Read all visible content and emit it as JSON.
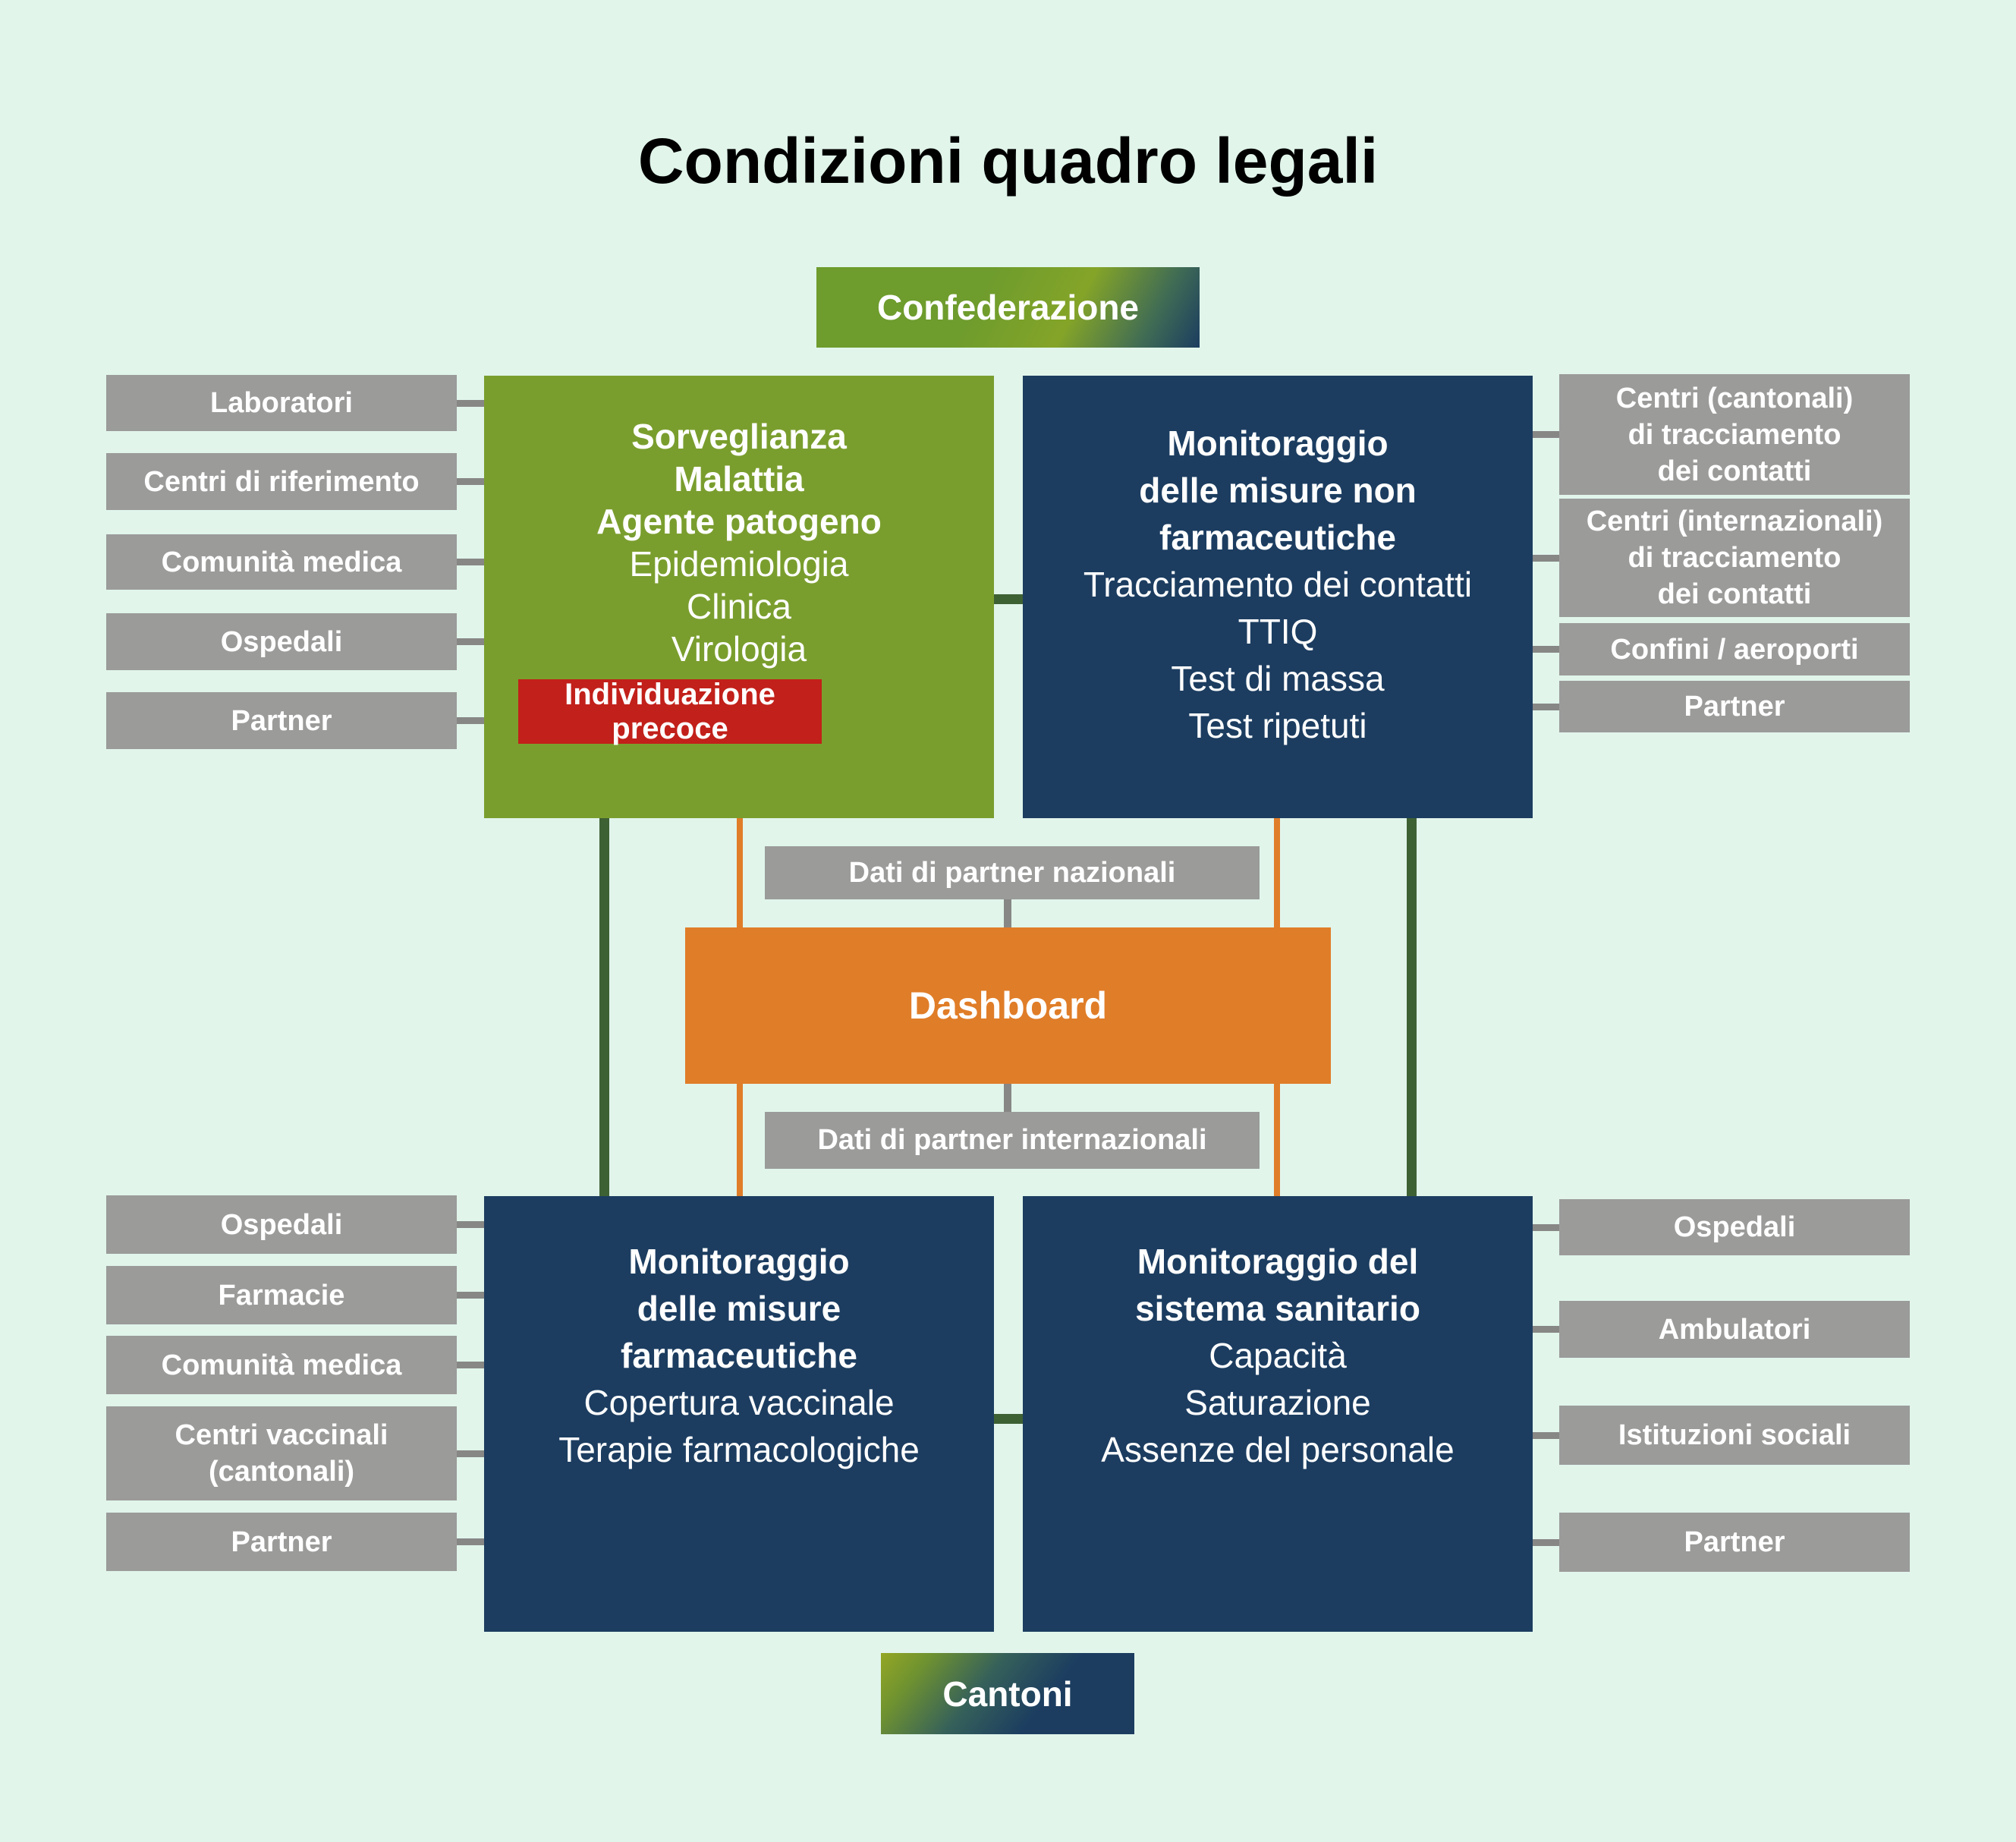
{
  "title": "Condizioni quadro legali",
  "badges": {
    "top": "Confederazione",
    "bottom": "Cantoni"
  },
  "boxes": {
    "surveillance": {
      "header": "Sorveglianza\nMalattia\nAgente patogeno",
      "body": "Epidemiologia\nClinica\nVirologia",
      "highlight": "Individuazione precoce"
    },
    "non_pharma": {
      "header": "Monitoraggio\ndelle misure non\nfarmaceutiche",
      "body": "Tracciamento dei contatti\nTTIQ\nTest di massa\nTest ripetuti"
    },
    "pharma": {
      "header": "Monitoraggio\ndelle misure\nfarmaceutiche",
      "body": "Copertura vaccinale\nTerapie farmacologiche"
    },
    "health_system": {
      "header": "Monitoraggio del\nsistema sanitario",
      "body": "Capacità\nSaturazione\nAssenze del personale"
    }
  },
  "dashboard": {
    "label": "Dashboard"
  },
  "data_bars": {
    "national": "Dati di partner nazionali",
    "international": "Dati di partner internazionali"
  },
  "partners": {
    "top_left": [
      "Laboratori",
      "Centri di riferimento",
      "Comunità medica",
      "Ospedali",
      "Partner"
    ],
    "top_right": [
      "Centri (cantonali)\ndi tracciamento\ndei contatti",
      "Centri (internazionali)\ndi tracciamento\ndei contatti",
      "Confini / aeroporti",
      "Partner"
    ],
    "bottom_left": [
      "Ospedali",
      "Farmacie",
      "Comunità medica",
      "Centri vaccinali\n(cantonali)",
      "Partner"
    ],
    "bottom_right": [
      "Ospedali",
      "Ambulatori",
      "Istituzioni sociali",
      "Partner"
    ]
  },
  "colors": {
    "mint": "#E1F5EB",
    "green": "#7A9E2E",
    "blue": "#1C3D60",
    "orange": "#E07D28",
    "red": "#C2201A",
    "gray_box": "#9B9B9A",
    "gray_stub": "#878786",
    "line_green": "#3E6134",
    "grad_green": "#6E9C2D",
    "grad_yellow": "#94A724",
    "text_dark": "#000000",
    "text_light": "#FFFFFF"
  }
}
